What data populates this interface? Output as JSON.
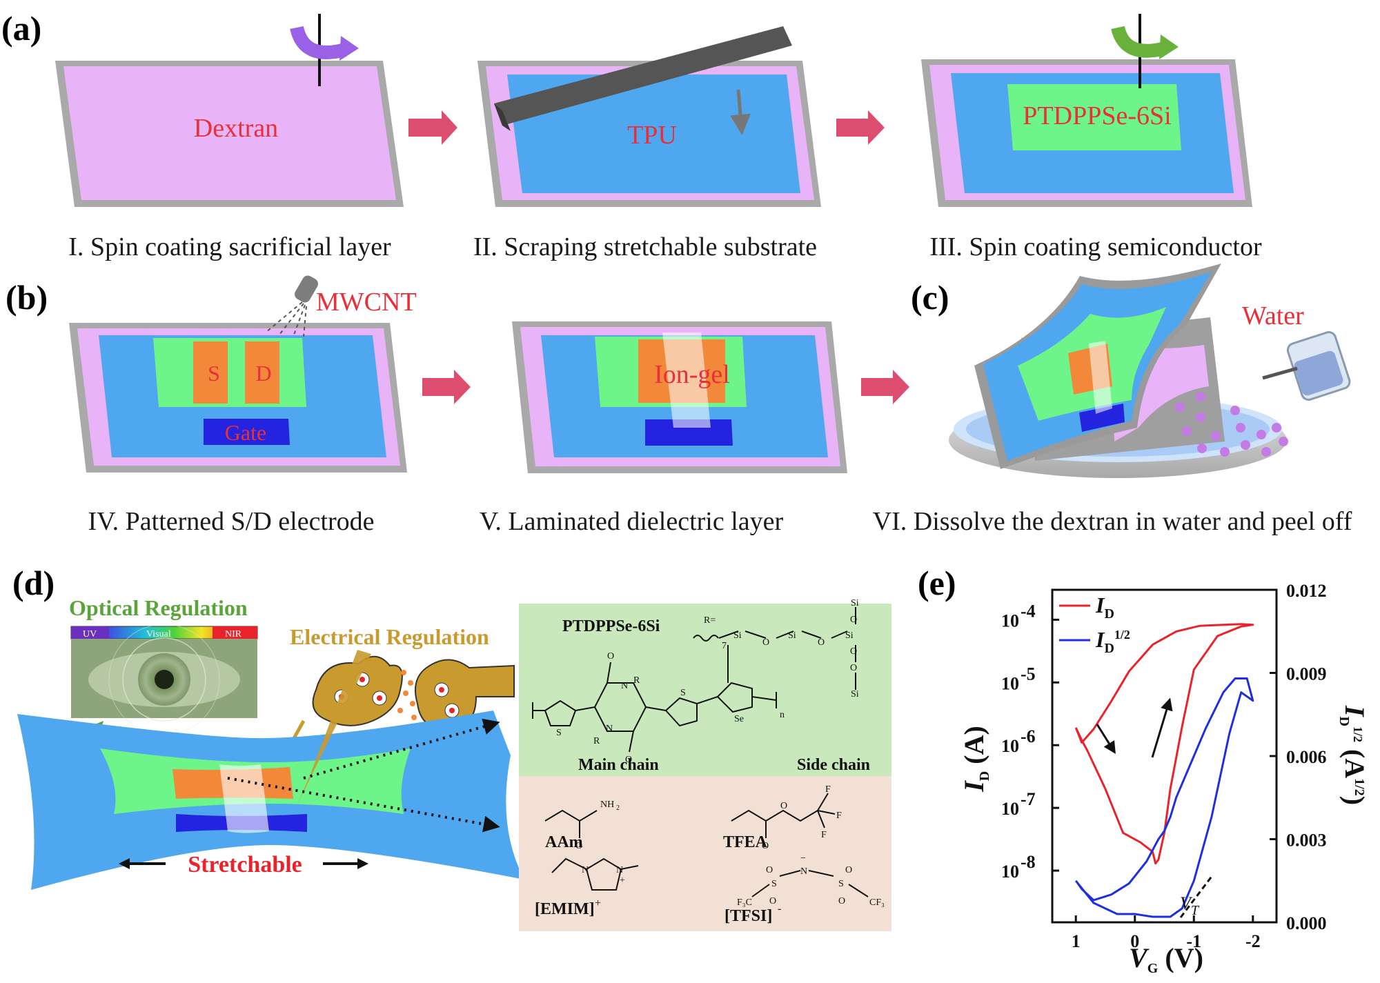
{
  "panels": {
    "a": "(a)",
    "b": "(b)",
    "c": "(c)",
    "d": "(d)",
    "e": "(e)"
  },
  "steps": {
    "s1": {
      "caption": "I. Spin coating sacrificial layer",
      "material": "Dextran"
    },
    "s2": {
      "caption": "II. Scraping stretchable substrate",
      "material": "TPU"
    },
    "s3": {
      "caption": "III. Spin coating semiconductor",
      "material": "PTDPPSe-6Si"
    },
    "s4": {
      "caption": "IV. Patterned S/D electrode",
      "source": "S",
      "drain": "D",
      "gate": "Gate",
      "spray": "MWCNT"
    },
    "s5": {
      "caption": "V. Laminated dielectric layer",
      "material": "Ion-gel"
    },
    "s6": {
      "caption": "VI. Dissolve the dextran in water and peel off",
      "liquid": "Water"
    }
  },
  "panel_d": {
    "optical": "Optical Regulation",
    "spectrum": {
      "uv": "UV",
      "visual": "Visual",
      "nir": "NIR"
    },
    "electrical": "Electrical Regulation",
    "stretchable": "Stretchable",
    "polymer": {
      "name": "PTDPPSe-6Si",
      "r_def": "R=",
      "main_chain": "Main chain",
      "side_chain": "Side chain",
      "atoms": {
        "n1": "N",
        "n2": "N",
        "r1": "R",
        "r2": "R",
        "o1": "O",
        "o2": "O",
        "s1": "S",
        "s2": "S",
        "se": "Se",
        "n": "n",
        "seven": "7",
        "si1": "Si",
        "si2": "Si",
        "si3": "Si",
        "si4": "Si",
        "si5": "Si",
        "o3": "O",
        "o4": "O",
        "o5": "O",
        "o6": "O",
        "o7": "O"
      }
    },
    "iongel": {
      "aam": "AAm",
      "tfea": "TFEA",
      "emim": "[EMIM]",
      "emim_charge": "+",
      "tfsi": "[TFSI]",
      "tfsi_charge": "-",
      "atoms": {
        "nh2": "NH",
        "nh2_sub": "2",
        "o_aam": "O",
        "o_t1": "O",
        "o_t2": "O",
        "f1": "F",
        "f2": "F",
        "f3": "F",
        "n_e1": "N",
        "n_e2": "N",
        "plus": "+",
        "n_t": "N",
        "minus": "−",
        "s_t1": "S",
        "s_t2": "S",
        "o_t3": "O",
        "o_t4": "O",
        "o_t5": "O",
        "o_t6": "O",
        "f3c": "F₃C",
        "cf3": "CF₃"
      }
    }
  },
  "chart_data": {
    "type": "line",
    "xlabel": "V_G (V)",
    "ylabel_left": "I_D (A)",
    "ylabel_right": "I_D^{1/2} (A^{1/2})",
    "x_ticks": [
      "1",
      "0",
      "-1",
      "-2"
    ],
    "x_reversed": true,
    "xlim": [
      1.4,
      -2.4
    ],
    "y_left_scale": "log",
    "y_left_ticks": [
      "10",
      "10",
      "10",
      "10",
      "10"
    ],
    "y_left_tick_exponents": [
      "-4",
      "-5",
      "-6",
      "-7",
      "-8"
    ],
    "y_left_lim": [
      1.5e-09,
      0.0003
    ],
    "y_right_ticks": [
      "0.012",
      "0.009",
      "0.006",
      "0.003",
      "0.000"
    ],
    "y_right_lim": [
      0,
      0.012
    ],
    "annotation": "V_T",
    "legend_placement": "top-left",
    "series": [
      {
        "name": "I_D",
        "color": "#e8232c",
        "axis": "left",
        "x": [
          1.0,
          0.9,
          0.7,
          0.4,
          0.1,
          -0.3,
          -0.7,
          -1.1,
          -1.5,
          -1.8,
          -2.0,
          -1.8,
          -1.4,
          -1.0,
          -0.8,
          -0.6,
          -0.5,
          -0.4,
          -0.35,
          -0.3,
          -0.1,
          0.2,
          0.5,
          0.8,
          0.9,
          1.0
        ],
        "y": [
          1.9e-06,
          1.1e-06,
          1.8e-06,
          5e-06,
          1.5e-05,
          4e-05,
          6.5e-05,
          8e-05,
          8.3e-05,
          8.5e-05,
          8.3e-05,
          7.8e-05,
          5.5e-05,
          1.6e-05,
          2e-06,
          2e-07,
          4e-08,
          1.5e-08,
          1.3e-08,
          2e-08,
          2.8e-08,
          4e-08,
          2e-07,
          8e-07,
          1.2e-06,
          1.9e-06
        ]
      },
      {
        "name": "I_D^{1/2}",
        "color": "#1f2ee0",
        "axis": "right",
        "x": [
          1.0,
          0.7,
          0.3,
          0.0,
          -0.3,
          -0.6,
          -0.8,
          -1.0,
          -1.3,
          -1.6,
          -1.8,
          -2.0,
          -1.9,
          -1.7,
          -1.5,
          -1.2,
          -0.9,
          -0.7,
          -0.6,
          -0.5,
          -0.4,
          -0.2,
          0.1,
          0.4,
          0.7,
          0.9,
          1.0
        ],
        "y": [
          0.0015,
          0.0007,
          0.0003,
          0.0003,
          0.0002,
          0.0002,
          0.0005,
          0.0015,
          0.0038,
          0.0068,
          0.0083,
          0.008,
          0.0088,
          0.0088,
          0.0083,
          0.007,
          0.0055,
          0.0045,
          0.0038,
          0.0033,
          0.003,
          0.0022,
          0.0014,
          0.001,
          0.0008,
          0.0012,
          0.0015
        ]
      }
    ]
  }
}
